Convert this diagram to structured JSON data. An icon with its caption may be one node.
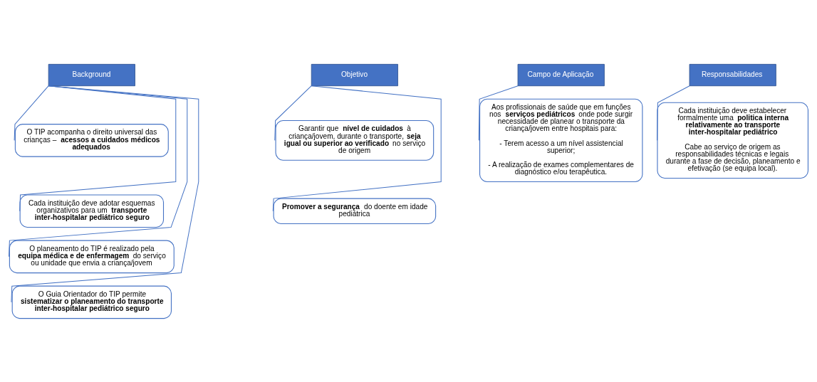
{
  "diagram": {
    "nodes": [
      {
        "text": [
          "Background"
        ]
      },
      {
        "text": [
          "O TIP acompanha o direito universal das crianças – **acessos a cuidados médicos adequados**"
        ]
      },
      {
        "text": [
          "Cada instituição deve adotar esquemas organizativos para um **transporte inter-hospitalar pediátrico seguro**"
        ]
      },
      {
        "text": [
          "O planeamento do TIP é realizado pela **equipa médica e de enfermagem** do serviço ou unidade que envia a criança/jovem"
        ]
      },
      {
        "text": [
          "O Guia Orientador do TIP permite **sistematizar o planeamento do transporte inter-hospitalar pediátrico seguro**"
        ]
      },
      {
        "text": [
          "Objetivo"
        ]
      },
      {
        "text": [
          "Garantir que **nível de cuidados** à criança/jovem, durante o transporte, **seja igual ou superior ao verificado** no serviço de origem"
        ]
      },
      {
        "text": [
          "**Promover a segurança** do doente em idade pediátrica"
        ]
      },
      {
        "text": [
          "Campo de Aplicação"
        ]
      },
      {
        "text": [
          "Aos profissionais de saúde que em funções nos **serviços pediátricos** onde pode surgir necessidade de planear o transporte da criança/jovem entre hospitais para:",
          "- Terem acesso a um nível assistencial superior;",
          "- A realização de exames complementares de diagnóstico e/ou terapêutica."
        ]
      },
      {
        "text": [
          "Responsabilidades"
        ]
      },
      {
        "text": [
          "Cada instituição deve estabelecer formalmente uma **politica interna relativamente ao transporte inter-hospitalar pediátrico**",
          "Cabe ao serviço de origem as responsabilidades técnicas e legais durante a fase de decisão, planeamento e efetivação (se equipa local)."
        ]
      }
    ],
    "edges": [
      {
        "from": 0,
        "to": 1,
        "arrow": "none"
      },
      {
        "from": 0,
        "to": 2,
        "arrow": "none"
      },
      {
        "from": 0,
        "to": 3,
        "arrow": "none"
      },
      {
        "from": 0,
        "to": 4,
        "arrow": "none"
      },
      {
        "from": 5,
        "to": 6,
        "arrow": "none"
      },
      {
        "from": 5,
        "to": 7,
        "arrow": "none"
      },
      {
        "from": 8,
        "to": 9,
        "arrow": "none"
      },
      {
        "from": 10,
        "to": 11,
        "arrow": "none"
      }
    ]
  }
}
